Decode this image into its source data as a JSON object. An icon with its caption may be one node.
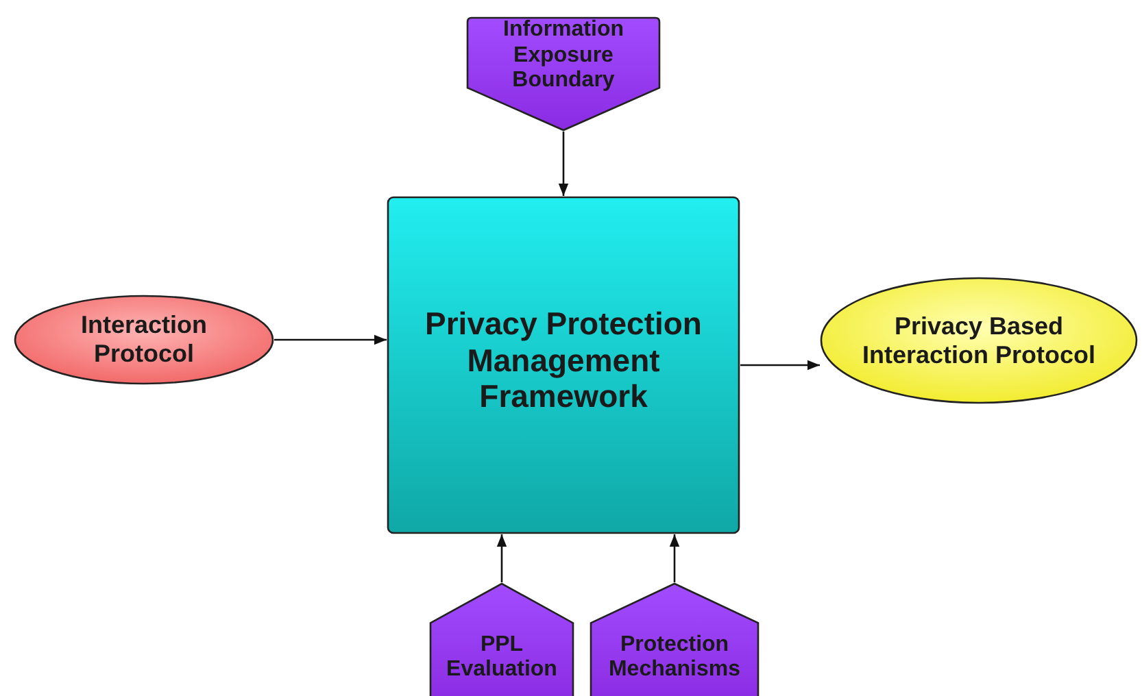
{
  "diagram": {
    "nodes": [
      {
        "text": [
          "Information Exposure Boundary"
        ]
      },
      {
        "text": [
          "Interaction Protocol"
        ]
      },
      {
        "text": [
          "Privacy Protection Management Framework"
        ]
      },
      {
        "text": [
          "Privacy Based Interaction Protocol"
        ]
      },
      {
        "text": [
          "PPL Evaluation"
        ]
      },
      {
        "text": [
          "Protection Mechanisms"
        ]
      }
    ],
    "edges": [
      {
        "from": 0,
        "to": 2,
        "arrow": "to"
      },
      {
        "from": 1,
        "to": 2,
        "arrow": "to"
      },
      {
        "from": 2,
        "to": 3,
        "arrow": "to"
      },
      {
        "from": 4,
        "to": 2,
        "arrow": "to"
      },
      {
        "from": 5,
        "to": 2,
        "arrow": "to"
      }
    ]
  }
}
